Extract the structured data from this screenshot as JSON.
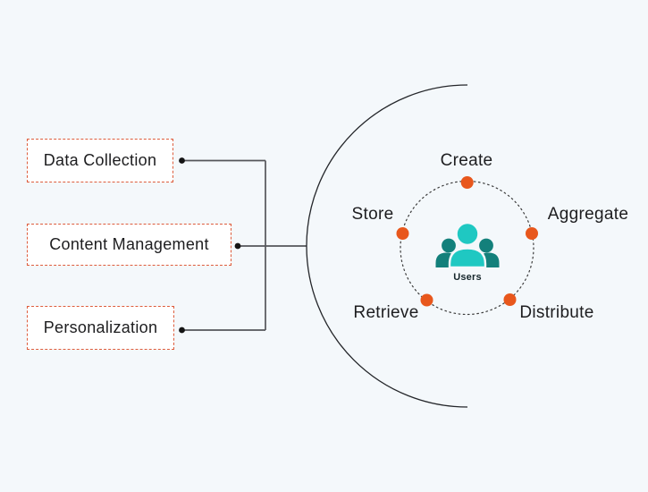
{
  "diagram": {
    "modules": [
      {
        "label": "Data Collection"
      },
      {
        "label": "Content Management"
      },
      {
        "label": "Personalization"
      }
    ],
    "cycle": {
      "steps": [
        "Create",
        "Store",
        "Aggregate",
        "Retrieve",
        "Distribute"
      ],
      "center_label": "Users"
    },
    "colors": {
      "background": "#f4f8fb",
      "module_box_bg": "#ffffff",
      "module_box_border": "#dd5c3c",
      "cycle_node_dot": "#e8571c",
      "users_icon_teal_bright": "#1fc8c2",
      "users_icon_teal_dark": "#13807b",
      "connector_line": "#55565a",
      "arc_line": "#24262a",
      "text": "#1d1d1f"
    }
  }
}
